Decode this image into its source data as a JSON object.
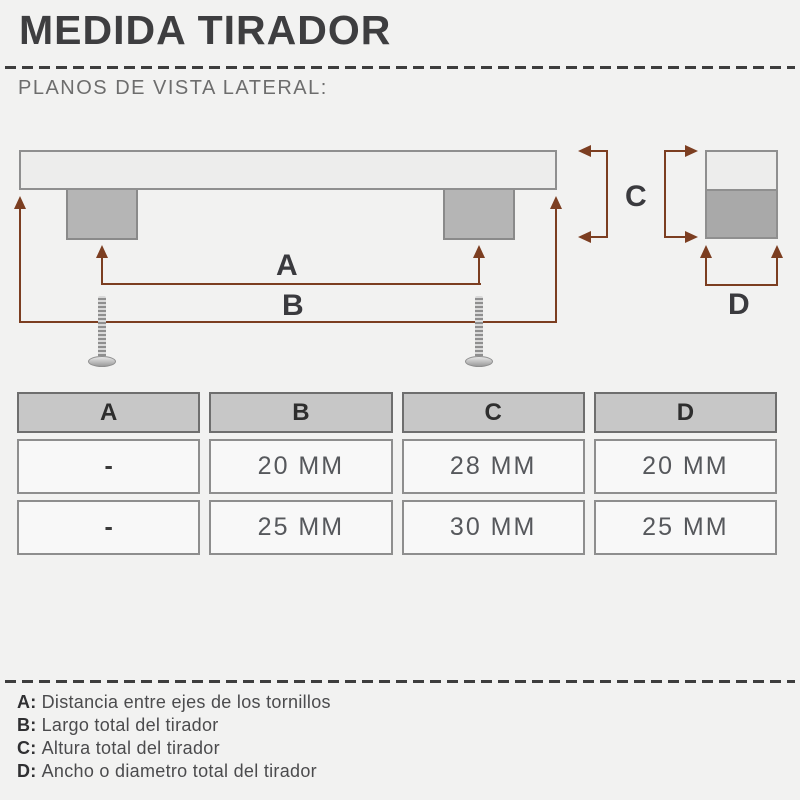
{
  "page": {
    "title": "MEDIDA TIRADOR",
    "subtitle": "PLANOS DE VISTA LATERAL:"
  },
  "diagram": {
    "labels": {
      "a": "A",
      "b": "B",
      "c": "C",
      "d": "D"
    }
  },
  "table": {
    "headers": [
      "A",
      "B",
      "C",
      "D"
    ],
    "rows": [
      [
        "-",
        "20 MM",
        "28 MM",
        "20 MM"
      ],
      [
        "-",
        "25 MM",
        "30 MM",
        "25 MM"
      ]
    ]
  },
  "legend": {
    "items": [
      {
        "key": "A:",
        "text": "Distancia entre ejes de los tornillos"
      },
      {
        "key": "B:",
        "text": "Largo total del tirador"
      },
      {
        "key": "C:",
        "text": "Altura total del tirador"
      },
      {
        "key": "D:",
        "text": "Ancho o diametro total del tirador"
      }
    ]
  },
  "colors": {
    "background": "#f2f2f1",
    "dimension_line": "#7c3e21",
    "title_text": "#3e3e40",
    "handle_bar_fill": "#ededec",
    "handle_post_fill": "#b5b5b5",
    "profile_bottom_fill": "#a9a9a9",
    "table_header_fill": "#c7c7c7",
    "table_cell_fill": "#f8f8f8"
  }
}
